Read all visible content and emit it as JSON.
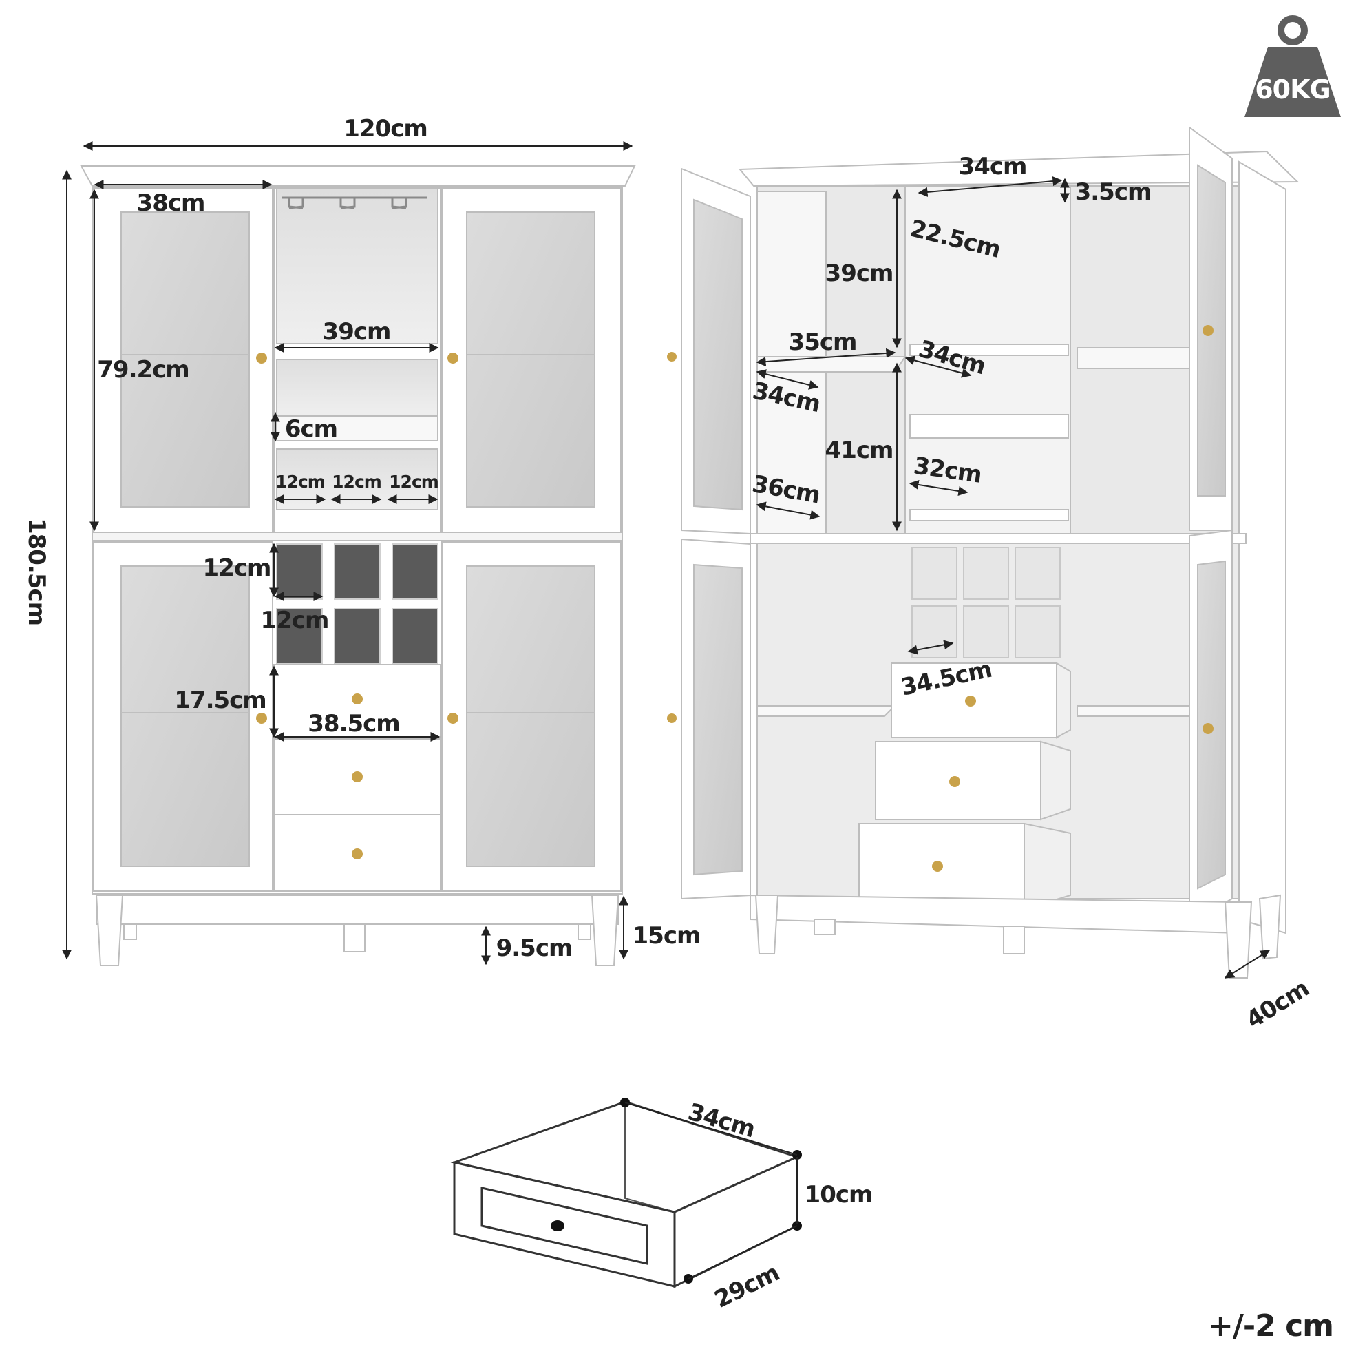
{
  "weight": {
    "label": "60KG"
  },
  "tolerance": "+/-2 cm",
  "front_view": {
    "overall_width": "120cm",
    "overall_height": "180.5cm",
    "door_width": "38cm",
    "upper_door_height": "79.2cm",
    "open_shelf_width": "39cm",
    "shelf_gap": "6cm",
    "cubby_width_1": "12cm",
    "cubby_width_2": "12cm",
    "cubby_width_3": "12cm",
    "wine_cube_height": "12cm",
    "wine_cube_width": "12cm",
    "drawer_height": "17.5cm",
    "drawer_width": "38.5cm",
    "base_height": "15cm",
    "leg_clearance": "9.5cm"
  },
  "open_view": {
    "glass_rack_width": "34cm",
    "glass_rack_height": "3.5cm",
    "glass_rack_depth": "22.5cm",
    "upper_compartment_height": "39cm",
    "cabinet_shelf_width": "35cm",
    "cabinet_shelf_depth": "34cm",
    "open_shelf_depth": "34cm",
    "lower_compartment_height": "41cm",
    "inner_bottom_depth": "36cm",
    "slot_depth": "32cm",
    "drawer_depth_label": "34.5cm",
    "overall_depth": "40cm"
  },
  "drawer_detail": {
    "width": "34cm",
    "height": "10cm",
    "depth": "29cm"
  }
}
